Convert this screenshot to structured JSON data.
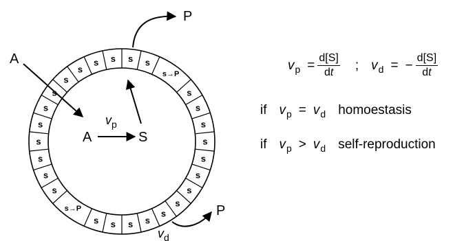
{
  "diagram": {
    "input_label": "A",
    "inner_substrate": "A",
    "inner_product": "S",
    "production_rate_var": "v",
    "production_rate_sub": "p",
    "decay_rate_var": "v",
    "decay_rate_sub": "d",
    "product_top": "P",
    "product_bottom": "P",
    "ring_cell_label": "s",
    "decay_cell_top": "s→P",
    "decay_cell_bottom": "s→P",
    "ring_cell_count": 30
  },
  "equations": {
    "v": "v",
    "p": "p",
    "d": "d",
    "eq": "=",
    "gt": ">",
    "minus": "−",
    "semicolon": ";",
    "frac_num": "d[S]",
    "frac_den_d": "d",
    "frac_den_t": "t",
    "if": "if",
    "homeostasis": "homoestasis",
    "self_reproduction": "self-reproduction"
  }
}
